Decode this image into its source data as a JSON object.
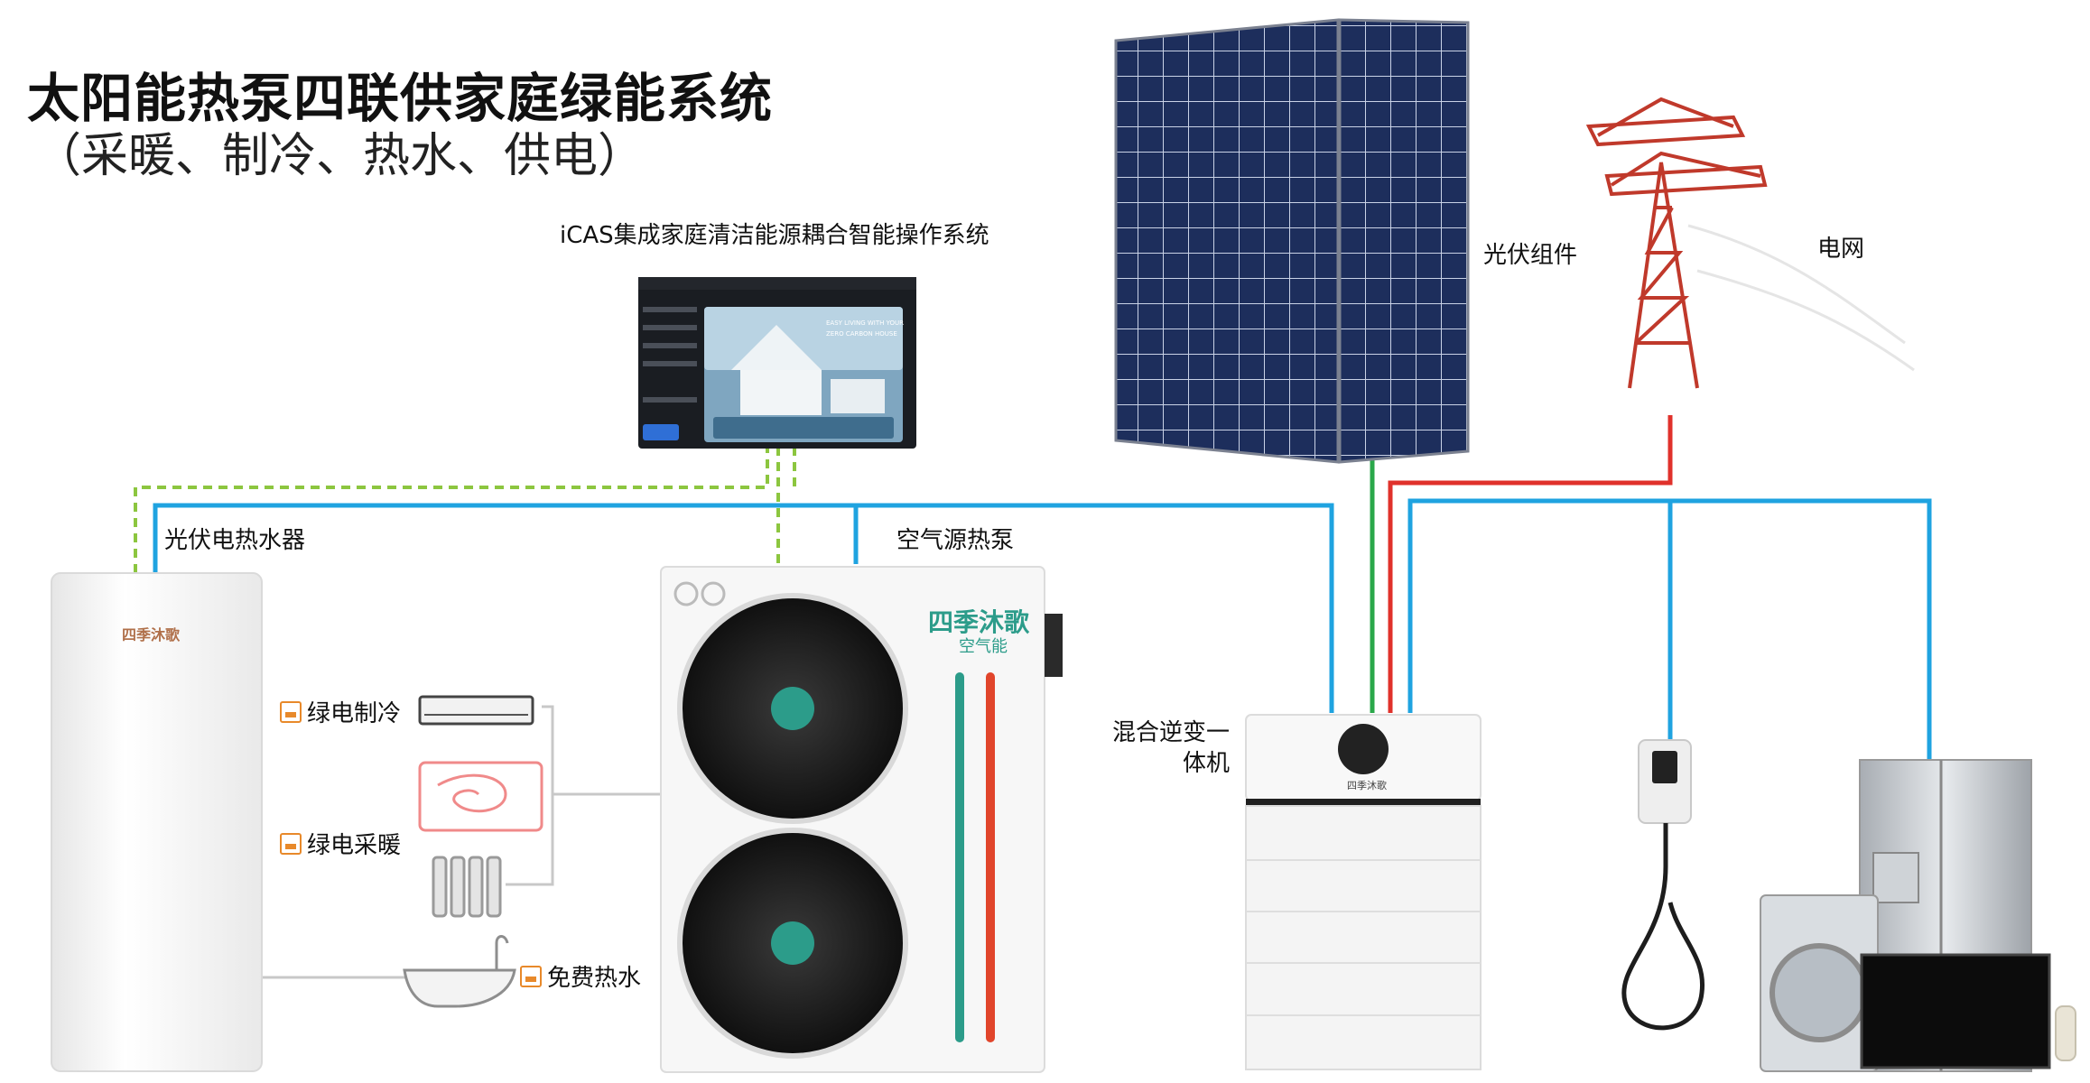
{
  "title": "太阳能热泵四联供家庭绿能系统",
  "subtitle": "（采暖、制冷、热水、供电）",
  "labels": {
    "icas_system": "iCAS集成家庭清洁能源耦合智能操作系统",
    "pv_water_heater": "光伏电热水器",
    "air_source_heat_pump": "空气源热泵",
    "pv_module": "光伏组件",
    "power_grid": "电网",
    "hybrid_inverter": "混合逆变一体机",
    "green_cooling": "绿电制冷",
    "green_heating": "绿电采暖",
    "free_hot_water": "免费热水"
  },
  "brand": {
    "name": "四季沐歌",
    "sub": "空气能"
  },
  "screen": {
    "tagline_1": "EASY LIVING WITH YOUR",
    "tagline_2": "ZERO CARBON HOUSE"
  },
  "colors": {
    "water_line": "#1fa3e0",
    "control_line": "#8cc63f",
    "pv_line": "#2aa84a",
    "grid_line": "#e0312b",
    "accent_orange": "#e8892a"
  }
}
